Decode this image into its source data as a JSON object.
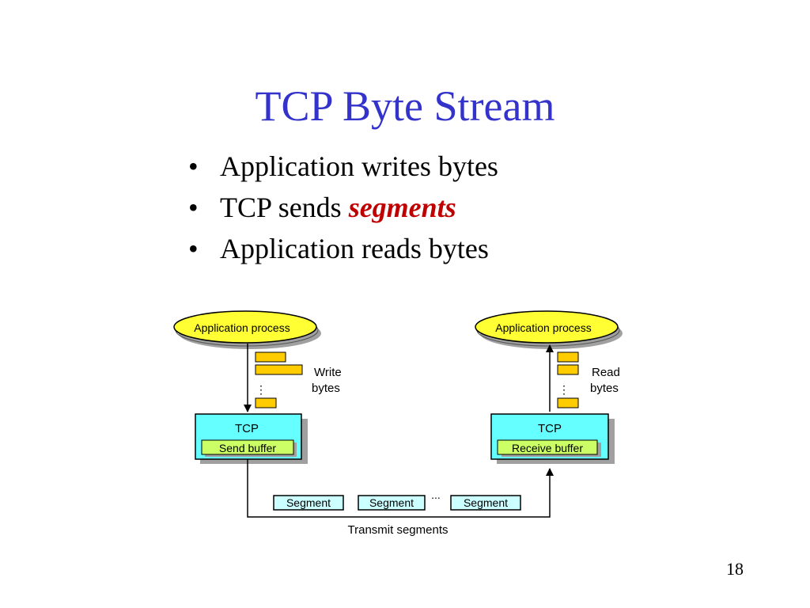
{
  "slide": {
    "title": "TCP Byte Stream",
    "bullet_symbol": "•",
    "bullets": [
      {
        "before": "Application writes bytes",
        "emphasis": ""
      },
      {
        "before": "TCP sends ",
        "emphasis": "segments"
      },
      {
        "before": "Application reads bytes",
        "emphasis": ""
      }
    ],
    "page_number": "18"
  },
  "diagram": {
    "sender": {
      "process_label": "Application process",
      "byte_label_line1": "Write",
      "byte_label_line2": "bytes",
      "tcp_label": "TCP",
      "buffer_label": "Send buffer",
      "ellipsis": "⋮"
    },
    "receiver": {
      "process_label": "Application process",
      "byte_label_line1": "Read",
      "byte_label_line2": "bytes",
      "tcp_label": "TCP",
      "buffer_label": "Receive buffer",
      "ellipsis": "⋮"
    },
    "segments": [
      "Segment",
      "Segment",
      "Segment"
    ],
    "segment_ellipsis": "...",
    "transmit_label": "Transmit segments"
  },
  "colors": {
    "title": "#3333cc",
    "emphasis": "#c00000",
    "process_fill": "#ffff33",
    "byte_block_fill": "#ffcc00",
    "tcp_box_fill": "#66ffff",
    "buffer_fill": "#ccff66",
    "segment_fill": "#ccffff",
    "shadow": "#a0a0a0"
  }
}
